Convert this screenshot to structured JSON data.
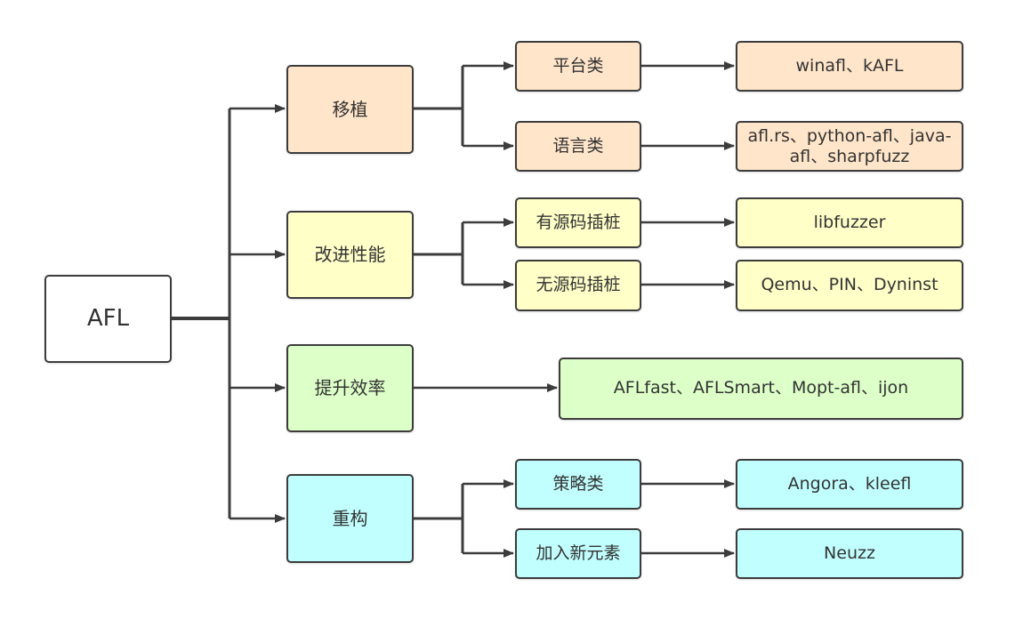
{
  "diagram": {
    "type": "tree",
    "root": {
      "id": "afl",
      "label": "AFL"
    },
    "colors": {
      "line": "#3c3c3c",
      "text": "#333333",
      "root_fill": "#ffffff",
      "porting": "#ffe5c9",
      "performance": "#ffffc8",
      "efficiency": "#ddffc8",
      "refactor": "#c1ffff"
    },
    "nodes": {
      "porting": "移植",
      "porting_platform": "平台类",
      "porting_platform_tools": "winafl、kAFL",
      "porting_language": "语言类",
      "porting_language_tools": "afl.rs、python-afl、java-afl、sharpfuzz",
      "performance": "改进性能",
      "performance_source": "有源码插桩",
      "performance_source_tools": "libfuzzer",
      "performance_nosource": "无源码插桩",
      "performance_nosource_tools": "Qemu、PIN、Dyninst",
      "efficiency": "提升效率",
      "efficiency_tools": "AFLfast、AFLSmart、Mopt-afl、ijon",
      "refactor": "重构",
      "refactor_strategy": "策略类",
      "refactor_strategy_tools": "Angora、kleefl",
      "refactor_new": "加入新元素",
      "refactor_new_tools": "Neuzz"
    },
    "edges": [
      [
        "afl",
        "porting"
      ],
      [
        "afl",
        "performance"
      ],
      [
        "afl",
        "efficiency"
      ],
      [
        "afl",
        "refactor"
      ],
      [
        "porting",
        "porting_platform"
      ],
      [
        "porting",
        "porting_language"
      ],
      [
        "porting_platform",
        "porting_platform_tools"
      ],
      [
        "porting_language",
        "porting_language_tools"
      ],
      [
        "performance",
        "performance_source"
      ],
      [
        "performance",
        "performance_nosource"
      ],
      [
        "performance_source",
        "performance_source_tools"
      ],
      [
        "performance_nosource",
        "performance_nosource_tools"
      ],
      [
        "efficiency",
        "efficiency_tools"
      ],
      [
        "refactor",
        "refactor_strategy"
      ],
      [
        "refactor",
        "refactor_new"
      ],
      [
        "refactor_strategy",
        "refactor_strategy_tools"
      ],
      [
        "refactor_new",
        "refactor_new_tools"
      ]
    ]
  }
}
